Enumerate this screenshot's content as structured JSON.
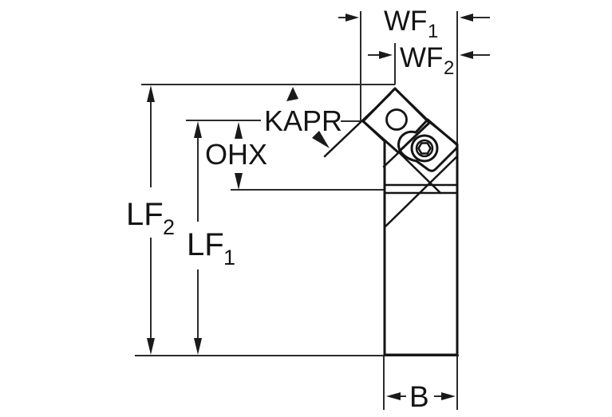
{
  "diagram": {
    "labels": {
      "wf1": {
        "base": "WF",
        "sub": "1"
      },
      "wf2": {
        "base": "WF",
        "sub": "2"
      },
      "lf2": {
        "base": "LF",
        "sub": "2"
      },
      "lf1": {
        "base": "LF",
        "sub": "1"
      },
      "kapr": "KAPR",
      "ohx": "OHX",
      "b": "B"
    },
    "colors": {
      "insert": "#F5C800",
      "tool_body": "#C6CFD6",
      "outline": "#141414",
      "dimension_lines": "#2B2B2B",
      "background": "#FFFFFF"
    }
  }
}
